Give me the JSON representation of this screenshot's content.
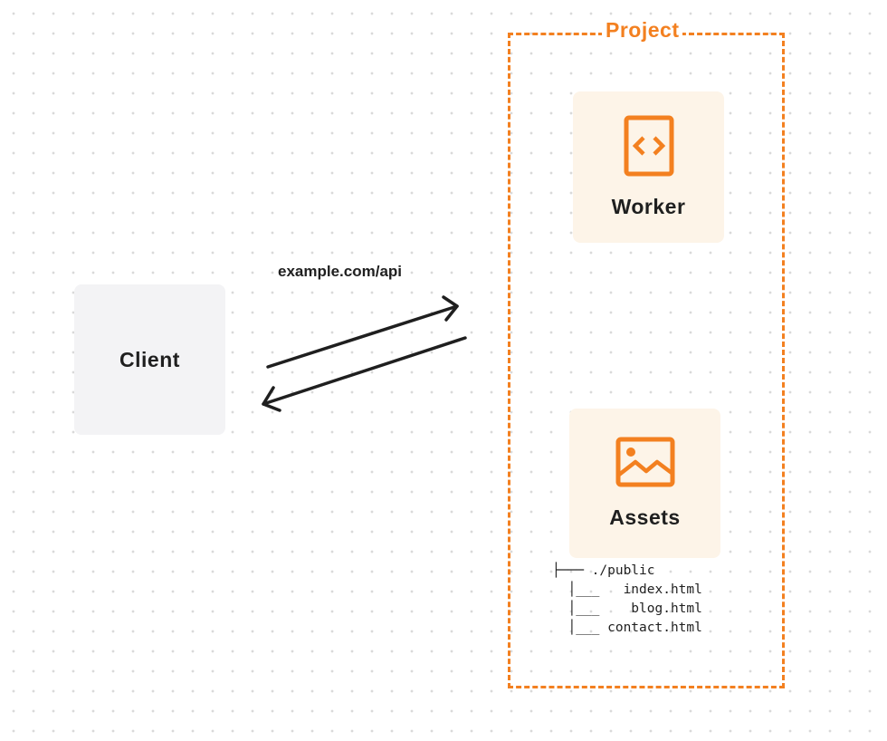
{
  "colors": {
    "accent": "#f38020",
    "worker_bg": "#fdf4e8",
    "client_bg": "#f3f3f5"
  },
  "client": {
    "label": "Client"
  },
  "connection": {
    "label": "example.com/api"
  },
  "project": {
    "label": "Project",
    "worker": {
      "label": "Worker",
      "icon": "code-file-icon"
    },
    "assets": {
      "label": "Assets",
      "icon": "image-icon",
      "tree": [
        "├─── ./public",
        "  │___   index.html",
        "  │___    blog.html",
        "  │___ contact.html"
      ]
    }
  }
}
